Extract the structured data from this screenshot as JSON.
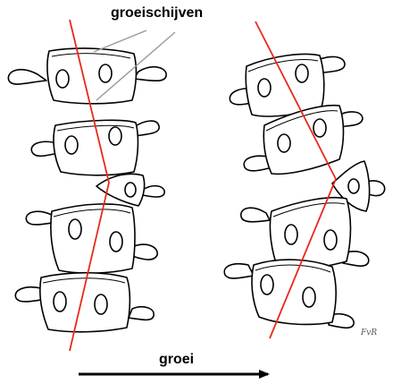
{
  "labels": {
    "discs": "groeischijven",
    "growth": "groei"
  },
  "signature": "FvR",
  "colors": {
    "outline": "#000000",
    "fill": "#ffffff",
    "axis_line": "#e8291c",
    "pointer_line": "#999999"
  }
}
